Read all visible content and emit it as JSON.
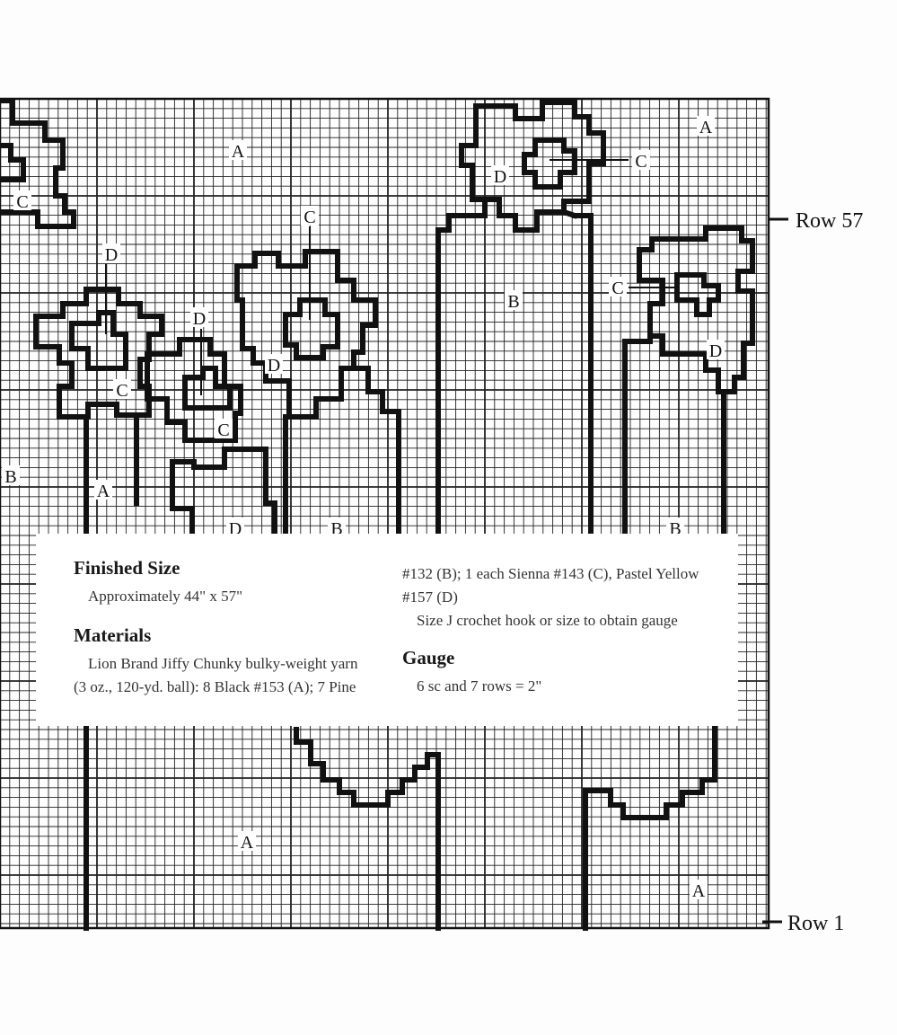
{
  "chart_labels": [
    {
      "id": "a1",
      "text": "A"
    },
    {
      "id": "a2",
      "text": "A"
    },
    {
      "id": "a3",
      "text": "A"
    },
    {
      "id": "a4",
      "text": "A"
    },
    {
      "id": "a5",
      "text": "A"
    },
    {
      "id": "b1",
      "text": "B"
    },
    {
      "id": "b2",
      "text": "B"
    },
    {
      "id": "b3",
      "text": "B"
    },
    {
      "id": "b4",
      "text": "B"
    },
    {
      "id": "c1",
      "text": "C"
    },
    {
      "id": "c2",
      "text": "C"
    },
    {
      "id": "c3",
      "text": "C"
    },
    {
      "id": "c4",
      "text": "C"
    },
    {
      "id": "c5",
      "text": "C"
    },
    {
      "id": "c6",
      "text": "C"
    },
    {
      "id": "d1",
      "text": "D"
    },
    {
      "id": "d2",
      "text": "D"
    },
    {
      "id": "d3",
      "text": "D"
    },
    {
      "id": "d4",
      "text": "D"
    },
    {
      "id": "d5",
      "text": "D"
    },
    {
      "id": "d6",
      "text": "D"
    }
  ],
  "row_markers": {
    "top": "Row 57",
    "bottom": "Row 1"
  },
  "info": {
    "finished_size_heading": "Finished Size",
    "finished_size_text": "Approximately 44\" x 57\"",
    "materials_heading": "Materials",
    "materials_line1": "Lion Brand Jiffy Chunky bulky-weight yarn",
    "materials_line2": "(3 oz., 120-yd. ball): 8 Black #153 (A); 7 Pine",
    "materials_line3": "#132 (B); 1 each Sienna #143 (C), Pastel Yellow",
    "materials_line4": "#157 (D)",
    "hook_text": "Size J crochet hook or size to obtain gauge",
    "gauge_heading": "Gauge",
    "gauge_text": "6 sc and 7 rows = 2\""
  }
}
